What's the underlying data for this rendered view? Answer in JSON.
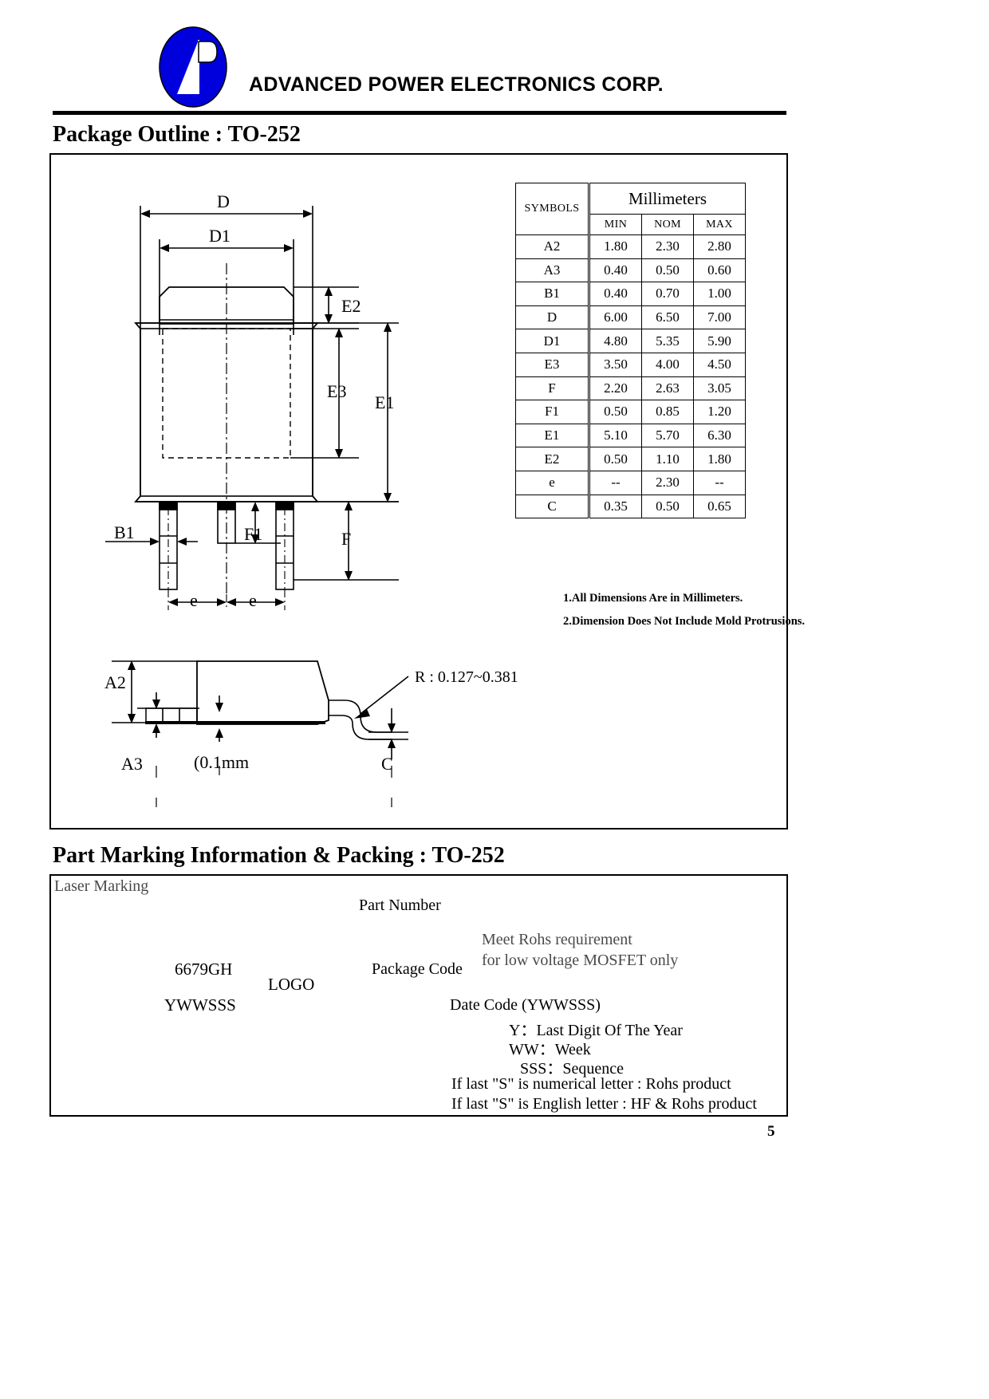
{
  "header": {
    "company": "ADVANCED POWER ELECTRONICS CORP.",
    "logo_alt": "company-logo",
    "logo_color": "#0000DD"
  },
  "sections": {
    "package_outline_title": "Package Outline : TO-252",
    "part_marking_title": "Part Marking Information & Packing :  TO-252"
  },
  "dimension_table": {
    "symbols_header": "SYMBOLS",
    "unit_header": "Millimeters",
    "columns": [
      "MIN",
      "NOM",
      "MAX"
    ],
    "rows": [
      {
        "symbol": "A2",
        "min": "1.80",
        "nom": "2.30",
        "max": "2.80"
      },
      {
        "symbol": "A3",
        "min": "0.40",
        "nom": "0.50",
        "max": "0.60"
      },
      {
        "symbol": "B1",
        "min": "0.40",
        "nom": "0.70",
        "max": "1.00"
      },
      {
        "symbol": "D",
        "min": "6.00",
        "nom": "6.50",
        "max": "7.00"
      },
      {
        "symbol": "D1",
        "min": "4.80",
        "nom": "5.35",
        "max": "5.90"
      },
      {
        "symbol": "E3",
        "min": "3.50",
        "nom": "4.00",
        "max": "4.50"
      },
      {
        "symbol": "F",
        "min": "2.20",
        "nom": "2.63",
        "max": "3.05"
      },
      {
        "symbol": "F1",
        "min": "0.50",
        "nom": "0.85",
        "max": "1.20"
      },
      {
        "symbol": "E1",
        "min": "5.10",
        "nom": "5.70",
        "max": "6.30"
      },
      {
        "symbol": "E2",
        "min": "0.50",
        "nom": "1.10",
        "max": "1.80"
      },
      {
        "symbol": "e",
        "min": "--",
        "nom": "2.30",
        "max": "--"
      },
      {
        "symbol": "C",
        "min": "0.35",
        "nom": "0.50",
        "max": "0.65"
      }
    ]
  },
  "notes": {
    "note1": "1.All Dimensions Are in Millimeters.",
    "note2": "2.Dimension Does Not Include Mold Protrusions."
  },
  "drawing_labels": {
    "D": "D",
    "D1": "D1",
    "E1": "E1",
    "E2": "E2",
    "E3": "E3",
    "B1": "B1",
    "F": "F",
    "F1": "F1",
    "e_left": "e",
    "e_right": "e",
    "A2": "A2",
    "A3": "A3",
    "C": "C",
    "radius": "R : 0.127~0.381",
    "seating": "(0.1mm"
  },
  "marking": {
    "laser_marking": "Laser Marking",
    "part_number_label": "Part Number",
    "package_code_label": "Package Code",
    "logo_label": "LOGO",
    "marking_code": "6679GH",
    "date_code_text": "YWWSSS",
    "rohs_line1": "Meet Rohs requirement",
    "rohs_line2": "for low voltage MOSFET only",
    "date_code_label": "Date Code (YWWSSS)",
    "legend": [
      "Y：Last Digit Of  The Year",
      "WW：Week",
      "SSS：Sequence"
    ],
    "condition1": "If last \"S\" is numerical letter :  Rohs  product",
    "condition2": "If last \"S\" is English letter : HF & Rohs product"
  },
  "page_number": "5"
}
